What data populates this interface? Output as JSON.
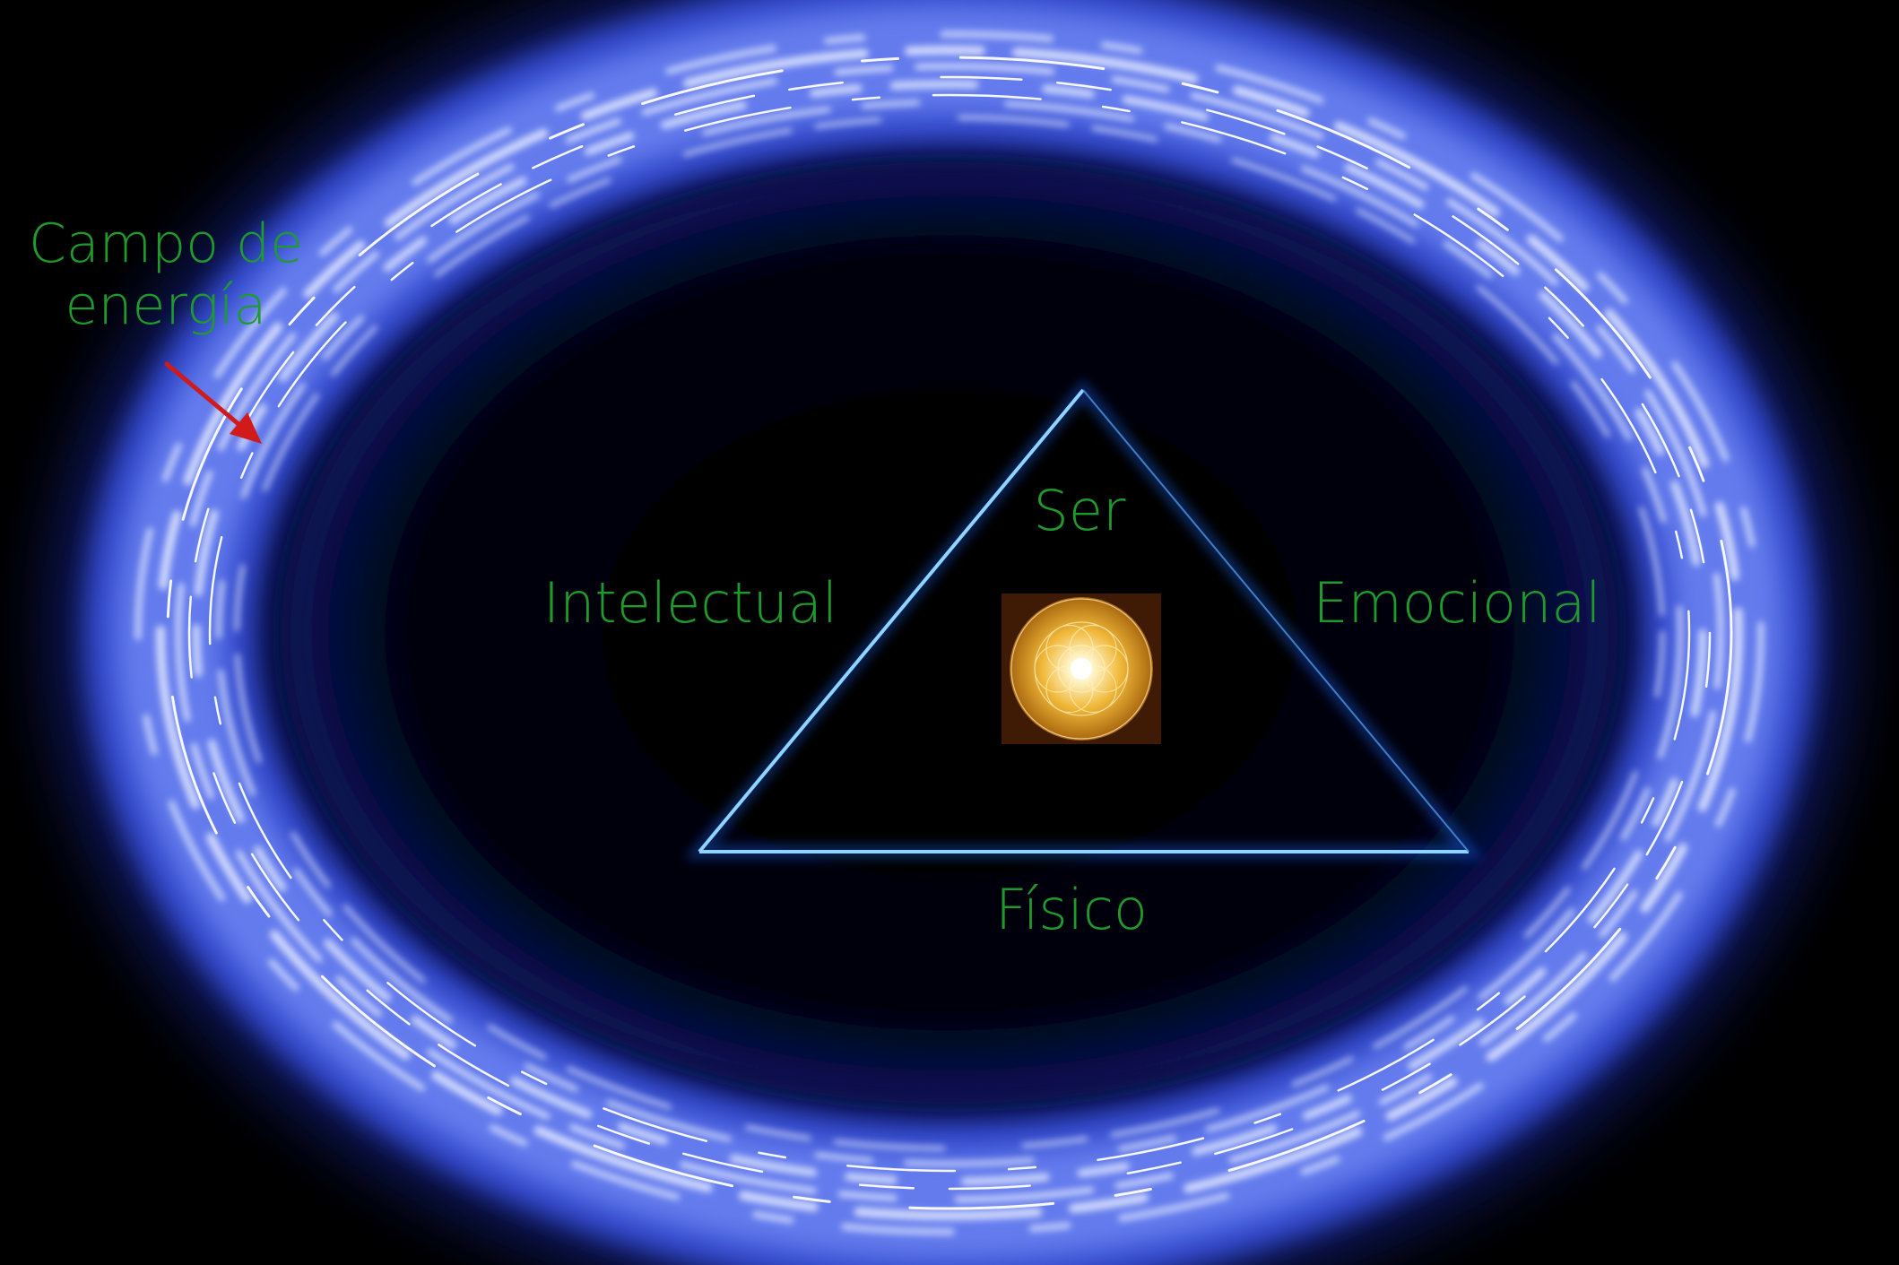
{
  "labels": {
    "campo": "Campo de\nenergía",
    "ser": "Ser",
    "intelectual": "Intelectual",
    "emocional": "Emocional",
    "fisico": "Físico"
  },
  "colors": {
    "background": "#000000",
    "label_text": "#1f9a2c",
    "arrow": "#d11a1a",
    "ring_outer": "#2b3fd6",
    "ring_core": "#8fa6ff",
    "ring_highlight": "#ffffff",
    "triangle_line": "#3aa8ff",
    "emblem_gold": "#e0a82a",
    "emblem_bg": "#5a2a08"
  },
  "icons": {
    "energy_ring": "energy-ring-icon",
    "arrow": "red-arrow-icon",
    "emblem": "flower-of-life-icon"
  }
}
